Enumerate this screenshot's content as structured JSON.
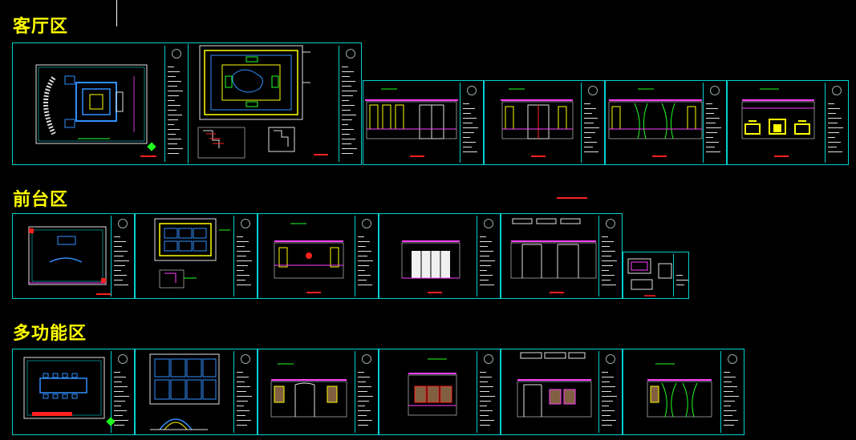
{
  "sections": {
    "living": {
      "title": "客厅区"
    },
    "reception": {
      "title": "前台区"
    },
    "multipurpose": {
      "title": "多功能区"
    }
  },
  "colors": {
    "background": "#000000",
    "frame": "#00d0d0",
    "title": "#ffff00",
    "magenta": "#ff40ff",
    "green": "#20ff20",
    "red": "#ff2020",
    "yellow": "#ffff00",
    "blue": "#3090ff"
  },
  "sheets": {
    "living": [
      "plan",
      "ceiling",
      "elevation-1",
      "elevation-2",
      "elevation-3",
      "elevation-4"
    ],
    "reception": [
      "plan",
      "ceiling",
      "elevation-1",
      "elevation-2",
      "elevation-3",
      "detail"
    ],
    "multipurpose": [
      "plan",
      "ceiling",
      "elevation-1",
      "elevation-2",
      "elevation-3",
      "elevation-4"
    ]
  }
}
